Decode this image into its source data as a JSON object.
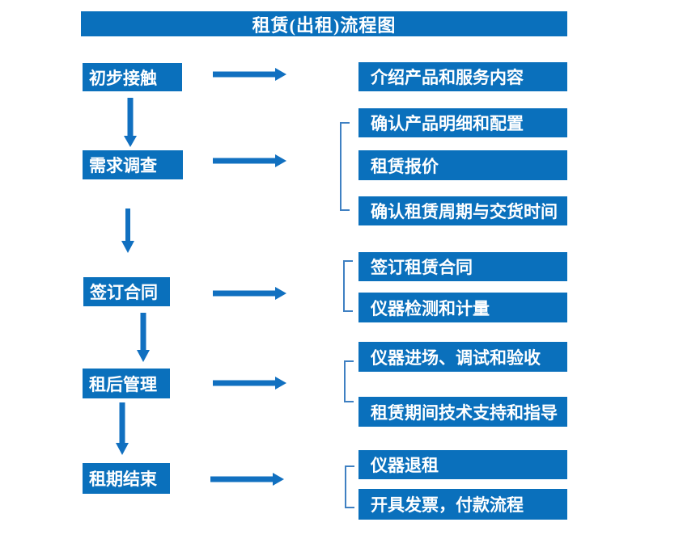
{
  "title": "租赁(出租)流程图",
  "colors": {
    "box_fill": "#0a70bc",
    "arrow": "#1170c0",
    "bracket": "#3f80c2",
    "text": "#ffffff",
    "background": "#ffffff"
  },
  "steps": [
    {
      "label": "初步接触",
      "details": [
        "介绍产品和服务内容"
      ]
    },
    {
      "label": "需求调查",
      "details": [
        "确认产品明细和配置",
        "租赁报价",
        "确认租赁周期与交货时间"
      ]
    },
    {
      "label": "签订合同",
      "details": [
        "签订租赁合同",
        "仪器检测和计量"
      ]
    },
    {
      "label": "租后管理",
      "details": [
        "仪器进场、调试和验收",
        "租赁期间技术支持和指导"
      ]
    },
    {
      "label": "租期结束",
      "details": [
        "仪器退租",
        "开具发票，付款流程"
      ]
    }
  ]
}
